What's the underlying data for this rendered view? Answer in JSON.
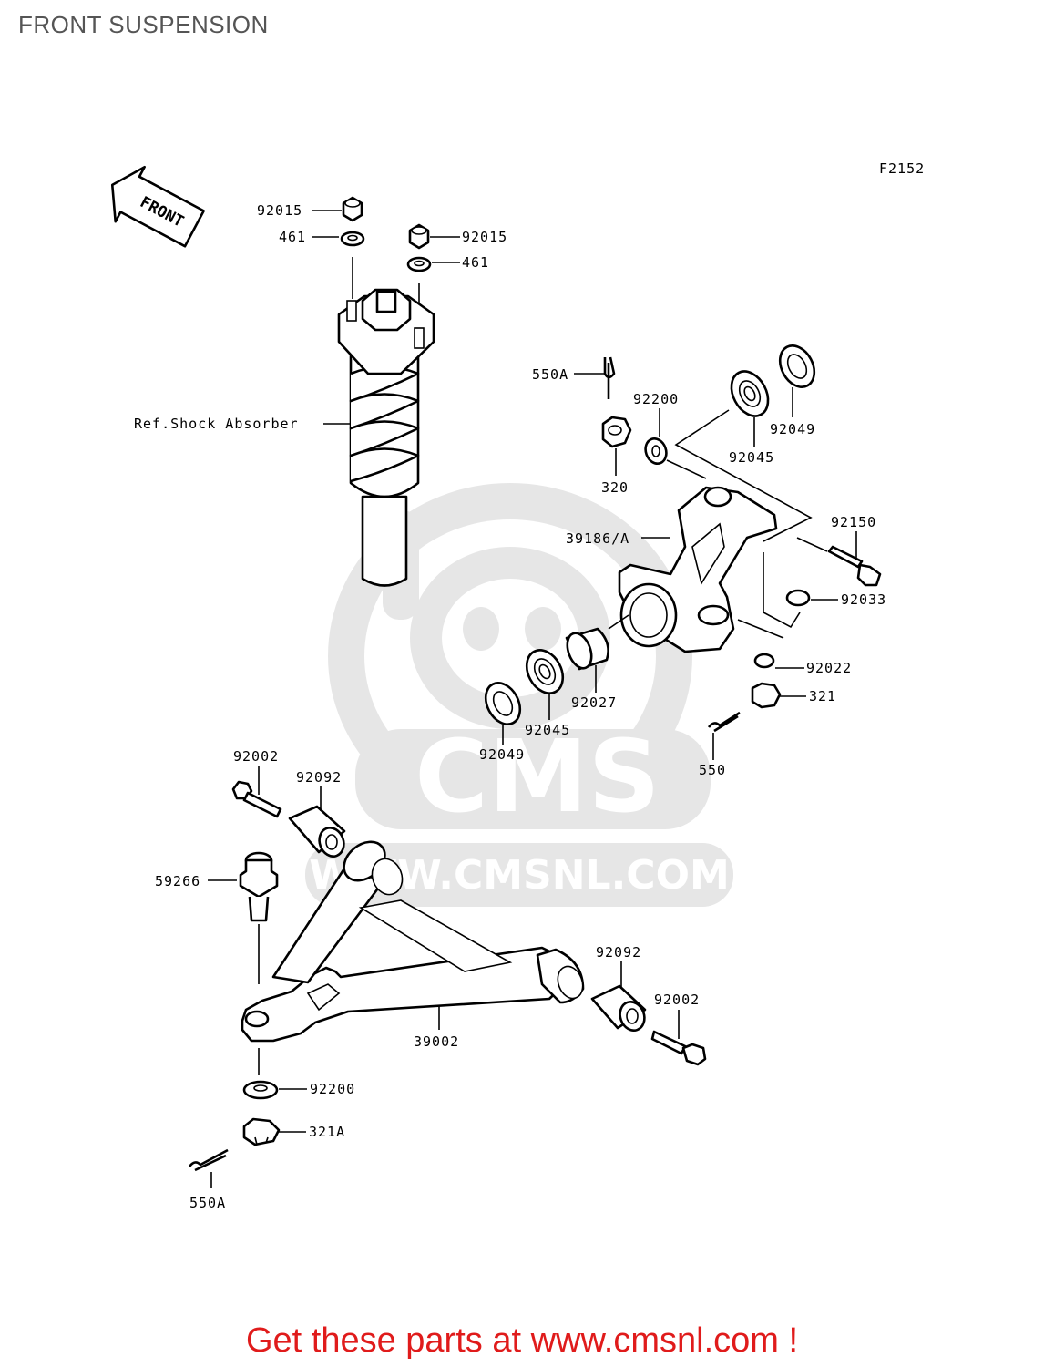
{
  "page": {
    "title": "FRONT SUSPENSION",
    "figure_code": "F2152"
  },
  "watermark": {
    "brand": "CMS",
    "url": "WWW.CMSNL.COM"
  },
  "direction_arrow": "FRONT",
  "callouts": {
    "nut_92015_a": "92015",
    "washer_461_a": "461",
    "nut_92015_b": "92015",
    "washer_461_b": "461",
    "shock_ref": "Ref.Shock Absorber",
    "pin_550A_top": "550A",
    "washer_92200_top": "92200",
    "nut_320": "320",
    "bearing_92045_top": "92045",
    "seal_92049_top": "92049",
    "knuckle_39186": "39186/A",
    "bolt_92150": "92150",
    "ring_92033": "92033",
    "washer_92022": "92022",
    "nut_321": "321",
    "pin_550": "550",
    "collar_92027": "92027",
    "bearing_92045_bot": "92045",
    "seal_92049_bot": "92049",
    "bolt_92002_a": "92002",
    "bushing_92092_a": "92092",
    "balljoint_59266": "59266",
    "bushing_92092_b": "92092",
    "bolt_92002_b": "92002",
    "arm_39002": "39002",
    "washer_92200_bot": "92200",
    "nut_321A": "321A",
    "pin_550A_bot": "550A"
  },
  "footer": {
    "text": "Get these parts at www.cmsnl.com !"
  },
  "colors": {
    "footer": "#e01b1b",
    "title": "#555555",
    "watermark": "#e6e6e6"
  }
}
